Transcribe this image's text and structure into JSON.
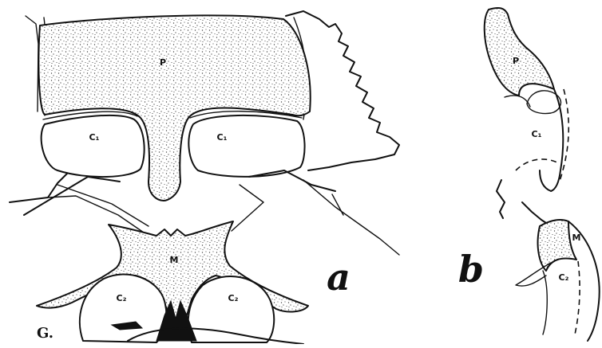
{
  "figure_a": {
    "labels": {
      "p": "P",
      "c1_left": "C₁",
      "c1_right": "C₁",
      "m": "M",
      "c2_left": "C₂",
      "c2_right": "C₂"
    },
    "panel_letter": "a",
    "signature": "G."
  },
  "figure_b": {
    "labels": {
      "p": "P",
      "c1": "C₁",
      "m": "M",
      "c2": "C₂"
    },
    "panel_letter": "b"
  }
}
